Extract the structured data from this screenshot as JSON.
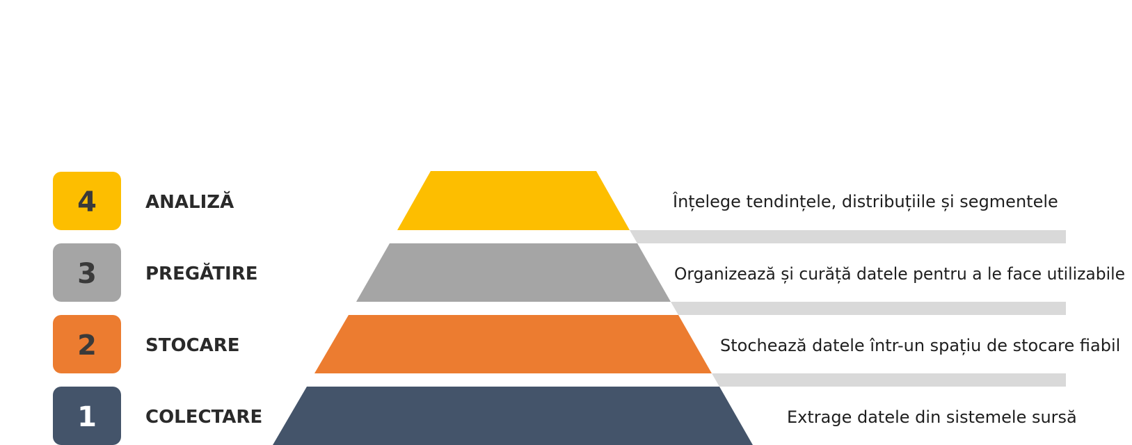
{
  "levels": [
    {
      "number": "4",
      "label": "ANALIZĂ",
      "description": "Înțelege tendințele, distribuțiile și segmentele",
      "color": "#FDBE00",
      "number_color": "#3a3a3a"
    },
    {
      "number": "3",
      "label": "PREGĂTIRE",
      "description": "Organizează și curăță datele pentru a le face utilizabile",
      "color": "#A5A5A5",
      "number_color": "#3a3a3a"
    },
    {
      "number": "2",
      "label": "STOCARE",
      "description": "Stochează datele într-un spațiu de stocare fiabil",
      "color": "#EC7C30",
      "number_color": "#3a3a3a"
    },
    {
      "number": "1",
      "label": "COLECTARE",
      "description": "Extrage datele din sistemele sursă",
      "color": "#44546A",
      "number_color": "#ffffff"
    }
  ],
  "connector_color": "#D9D9D9"
}
